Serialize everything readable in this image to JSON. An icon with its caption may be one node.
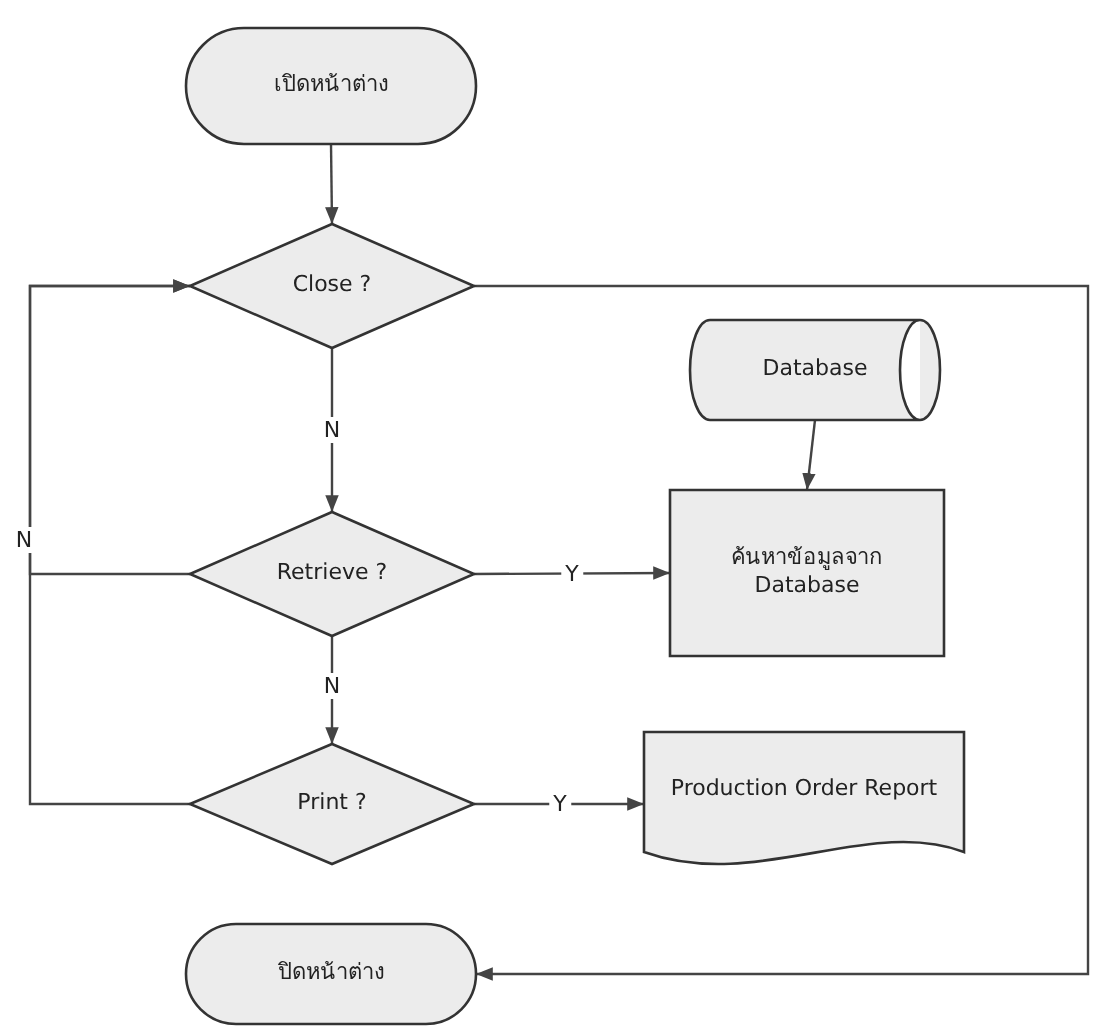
{
  "diagram": {
    "nodes": [
      {
        "text": [
          "เปิดหน้าต่าง"
        ]
      },
      {
        "text": [
          "Close ?"
        ]
      },
      {
        "text": [
          "Database"
        ]
      },
      {
        "text": [
          "ค้นหาข้อมูลจาก Database"
        ]
      },
      {
        "text": [
          "Retrieve ?"
        ]
      },
      {
        "text": [
          "Print ?"
        ]
      },
      {
        "text": [
          "Production Order Report"
        ]
      },
      {
        "text": [
          "ปิดหน้าต่าง"
        ]
      }
    ],
    "edges": [
      {
        "from": 0,
        "to": 1,
        "arrow": "to"
      },
      {
        "from": 1,
        "to": 4,
        "arrow": "to",
        "label": "N"
      },
      {
        "from": 2,
        "to": 3,
        "arrow": "to"
      },
      {
        "from": 4,
        "to": 3,
        "arrow": "to",
        "label": "Y"
      },
      {
        "from": 4,
        "to": 5,
        "arrow": "to",
        "label": "N"
      },
      {
        "from": 4,
        "to": 1,
        "arrow": "to"
      },
      {
        "from": 5,
        "to": 1,
        "arrow": "to",
        "label": "N"
      },
      {
        "from": 5,
        "to": 6,
        "arrow": "to",
        "label": "Y"
      },
      {
        "from": 1,
        "to": 7,
        "arrow": "to"
      }
    ]
  }
}
